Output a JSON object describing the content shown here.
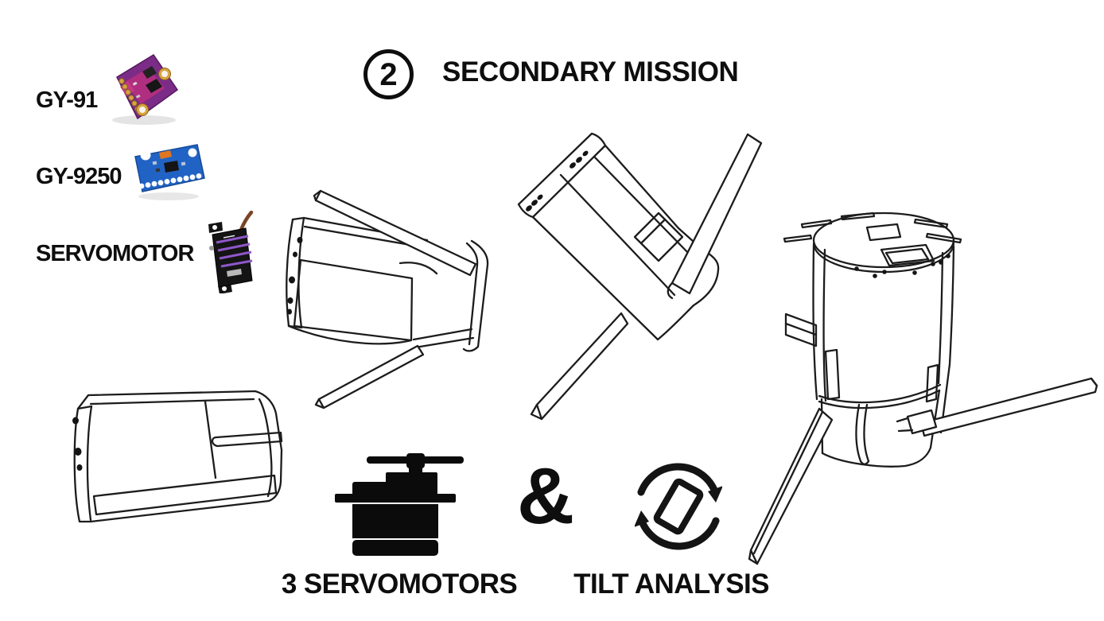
{
  "header": {
    "step_number": "2",
    "title": "SECONDARY MISSION"
  },
  "hardware_list": {
    "items": [
      {
        "label": "GY-91",
        "image": "gy91-sensor-board"
      },
      {
        "label": "GY-9250",
        "image": "gy9250-sensor-board"
      },
      {
        "label": "SERVOMOTOR",
        "image": "micro-servo-photo"
      }
    ]
  },
  "sequence_frames": [
    {
      "name": "cansat-stowed-horizontal"
    },
    {
      "name": "cansat-legs-opening"
    },
    {
      "name": "cansat-self-righting"
    },
    {
      "name": "cansat-landed-tripod"
    }
  ],
  "footer": {
    "left_icon": "servo-icon",
    "left_label": "3 SERVOMOTORS",
    "separator": "&",
    "right_icon": "tilt-rotation-icon",
    "right_label": "TILT ANALYSIS"
  },
  "colors": {
    "ink": "#0e0e0e",
    "line_art": "#1c1c1c",
    "gy91_board": "#7b2c86",
    "gy91_accent": "#b62f7e",
    "gold_pad": "#d9a43e",
    "gy9250_board": "#2163c4",
    "orange_component": "#e0761f",
    "servo_black": "#141414",
    "servo_stripe": "#8e57c9",
    "wire_brown": "#7a4526"
  }
}
